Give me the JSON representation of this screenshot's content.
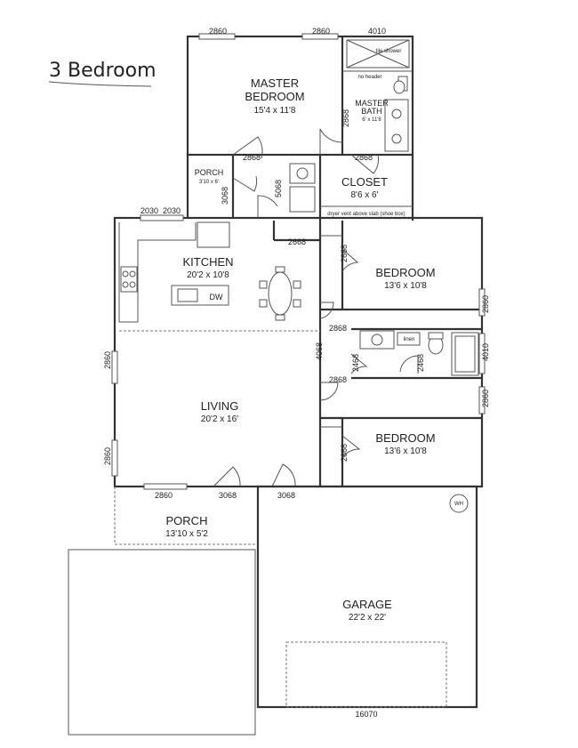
{
  "title": "3 Bedroom",
  "rooms": {
    "master_bedroom": {
      "name_line1": "MASTER",
      "name_line2": "BEDROOM",
      "size": "15'4 x 11'8"
    },
    "master_bath": {
      "name_line1": "MASTER",
      "name_line2": "BATH",
      "size": "6' x 11'8"
    },
    "closet": {
      "name": "CLOSET",
      "size": "8'6 x 6'"
    },
    "porch_small": {
      "name": "PORCH",
      "size": "3'10 x 6'"
    },
    "kitchen": {
      "name": "KITCHEN",
      "size": "20'2 x 10'8"
    },
    "bedroom1": {
      "name": "BEDROOM",
      "size": "13'6 x 10'8"
    },
    "bedroom2": {
      "name": "BEDROOM",
      "size": "13'6 x 10'8"
    },
    "living": {
      "name": "LIVING",
      "size": "20'2 x 16'"
    },
    "porch_front": {
      "name": "PORCH",
      "size": "13'10 x 5'2"
    },
    "garage": {
      "name": "GARAGE",
      "size": "22'2 x 22'"
    }
  },
  "fixtures": {
    "shower": "tile shower",
    "no_header": "no header",
    "linen": "linen",
    "dw": "DW",
    "water_heater": "WH",
    "dryer_note": "dryer vent above slab (shoe box)"
  },
  "dimensions": {
    "top_left": "2860",
    "top_mid": "2860",
    "top_right": "4010",
    "mb_door": "2868",
    "bath_door": "2868",
    "closet_door": "2868",
    "porch_door": "3068",
    "laundry_door": "5068",
    "kitchen_win_a": "2030",
    "kitchen_win_b": "2030",
    "pantry_door": "2668",
    "bed1_door": "2668",
    "bed1_window": "2860",
    "hall_door": "2868",
    "hall_living": "4068",
    "bath2_door_a": "2468",
    "bath2_door_b": "2468",
    "bath2_window": "4010",
    "bed2_hall_door": "2868",
    "bed2_window": "2860",
    "bed2_closet": "2668",
    "living_win_upper": "2860",
    "living_win_lower": "2860",
    "front_window": "2860",
    "front_door": "3068",
    "garage_door": "3068",
    "garage_overhead": "16070"
  }
}
